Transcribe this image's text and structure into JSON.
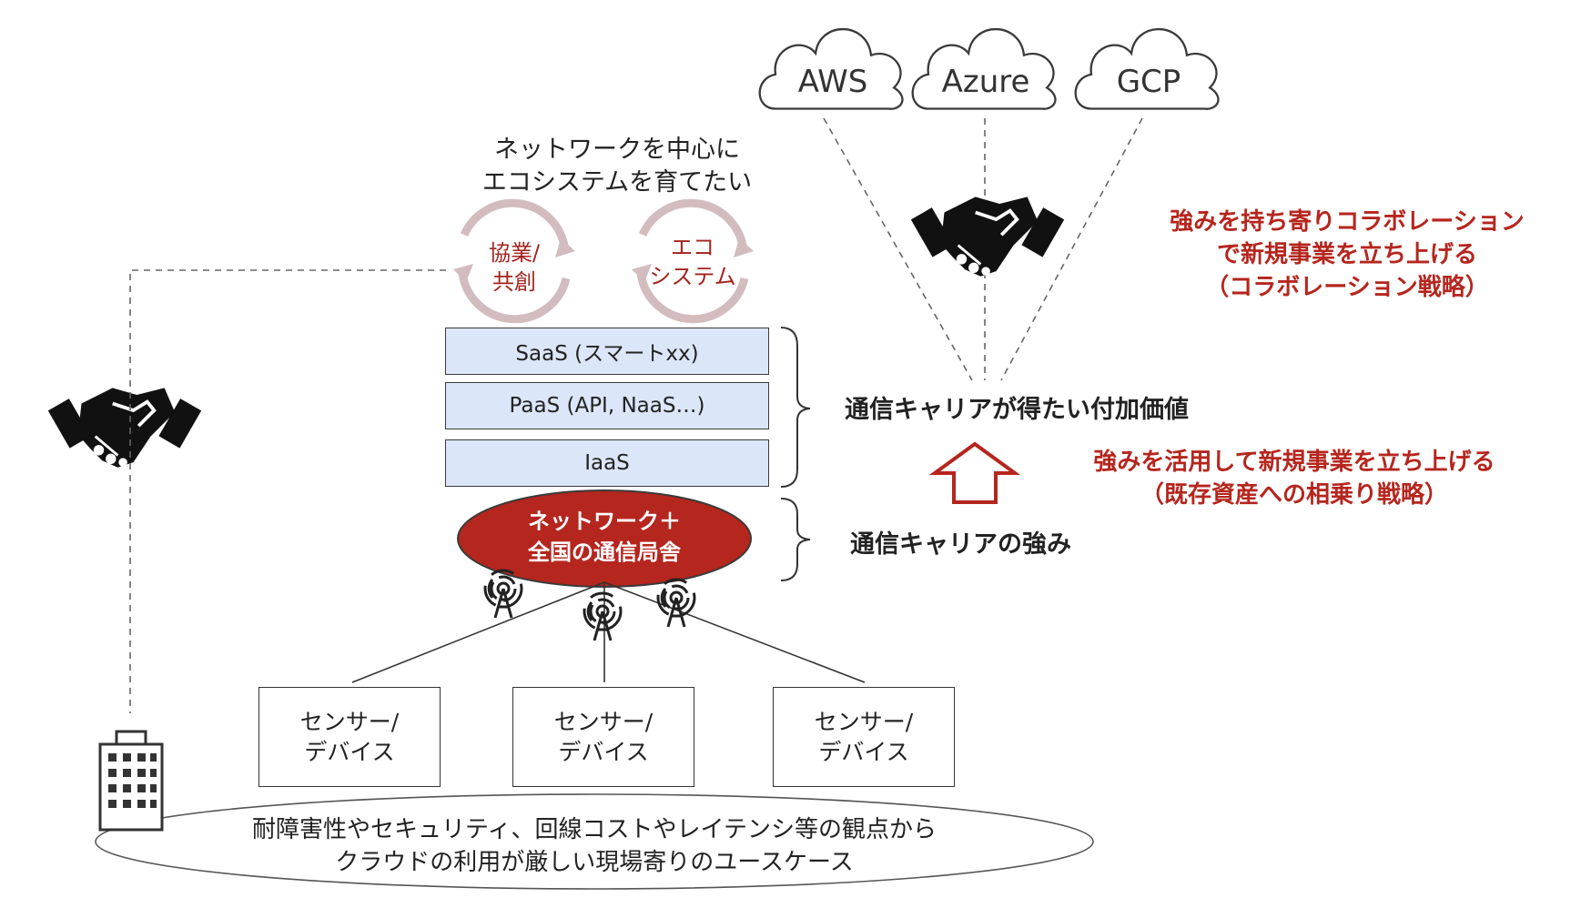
{
  "clouds": [
    {
      "label": "AWS"
    },
    {
      "label": "Azure"
    },
    {
      "label": "GCP"
    }
  ],
  "goal": {
    "line1": "ネットワークを中心に",
    "line2": "エコシステムを育てたい"
  },
  "cycles": [
    {
      "line1": "協業/",
      "line2": "共創"
    },
    {
      "line1": "エコ",
      "line2": "システム"
    }
  ],
  "layers": [
    {
      "label": "SaaS (スマートxx)"
    },
    {
      "label": "PaaS (API, NaaS…)"
    },
    {
      "label": "IaaS"
    }
  ],
  "network": {
    "line1": "ネットワーク＋",
    "line2": "全国の通信局舎"
  },
  "added_value_label": "通信キャリアが得たい付加価値",
  "strength_label": "通信キャリアの強み",
  "collaboration_strategy": {
    "line1": "強みを持ち寄りコラボレーション",
    "line2": "で新規事業を立ち上げる",
    "line3": "（コラボレーション戦略）"
  },
  "synergy_strategy": {
    "line1": "強みを活用して新規事業を立ち上げる",
    "line2": "（既存資産への相乗り戦略）"
  },
  "sensors": [
    {
      "line1": "センサー/",
      "line2": "デバイス"
    },
    {
      "line1": "センサー/",
      "line2": "デバイス"
    },
    {
      "line1": "センサー/",
      "line2": "デバイス"
    }
  ],
  "use_case": {
    "line1": "耐障害性やセキュリティ、回線コストやレイテンシ等の観点から",
    "line2": "クラウドの利用が厳しい現場寄りのユースケース"
  },
  "colors": {
    "accent_red": "#b5261e",
    "layer_fill": "#dbe6f8",
    "cycle_arc": "#c9aeb0"
  },
  "icons": [
    "cloud-icon",
    "handshake-icon",
    "antenna-icon",
    "building-icon",
    "up-arrow-icon",
    "bracket-icon"
  ]
}
